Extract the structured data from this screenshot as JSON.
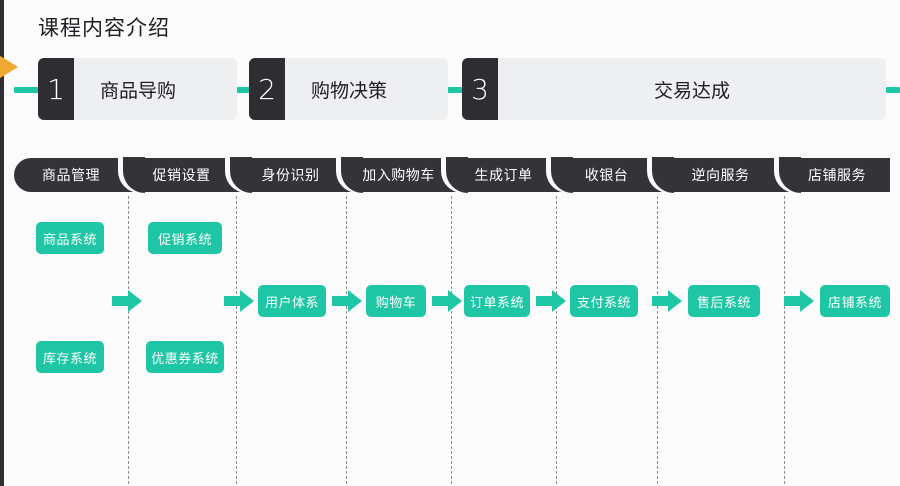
{
  "page": {
    "title": "课程内容介绍",
    "background_color": "#fbfbfc",
    "accent_green": "#1fc6a6",
    "dark_color": "#333338",
    "orange_color": "#f0a92e",
    "stage_panel_color": "#eeeff1"
  },
  "decor": {
    "orange_arrow_icon": "triangle-right-icon",
    "left_edge_strip": "edge-strip"
  },
  "stages": [
    {
      "number": "1",
      "label": "商品导购",
      "align": "left"
    },
    {
      "number": "2",
      "label": "购物决策",
      "align": "left"
    },
    {
      "number": "3",
      "label": "交易达成",
      "align": "center"
    }
  ],
  "phases": [
    {
      "label": "商品管理"
    },
    {
      "label": "促销设置"
    },
    {
      "label": "身份识别"
    },
    {
      "label": "加入购物车"
    },
    {
      "label": "生成订单"
    },
    {
      "label": "收银台"
    },
    {
      "label": "逆向服务"
    },
    {
      "label": "店铺服务"
    }
  ],
  "systems": [
    {
      "label": "商品系统",
      "column": 1,
      "row": "top"
    },
    {
      "label": "库存系统",
      "column": 1,
      "row": "bottom"
    },
    {
      "label": "促销系统",
      "column": 2,
      "row": "top"
    },
    {
      "label": "优惠券系统",
      "column": 2,
      "row": "bottom"
    },
    {
      "label": "用户体系",
      "column": 3,
      "row": "middle"
    },
    {
      "label": "购物车",
      "column": 4,
      "row": "middle"
    },
    {
      "label": "订单系统",
      "column": 5,
      "row": "middle"
    },
    {
      "label": "支付系统",
      "column": 6,
      "row": "middle"
    },
    {
      "label": "售后系统",
      "column": 7,
      "row": "middle"
    },
    {
      "label": "店铺系统",
      "column": 8,
      "row": "middle"
    }
  ],
  "arrows": {
    "count": 7,
    "icon": "arrow-right-icon"
  }
}
